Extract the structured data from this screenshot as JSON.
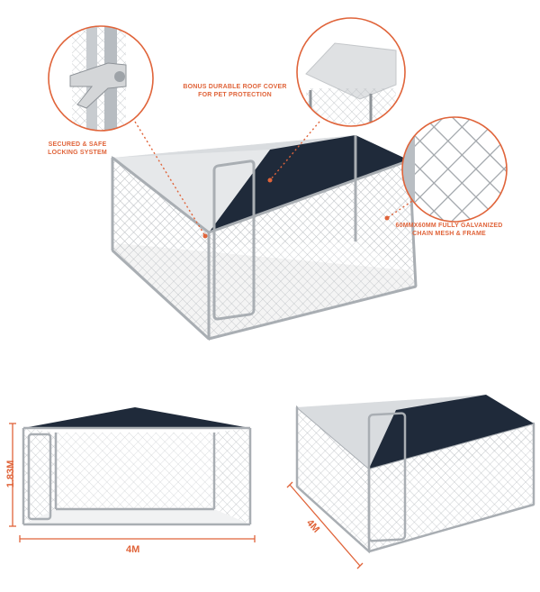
{
  "callouts": {
    "lock": {
      "lines": [
        "SECURED & SAFE",
        "LOCKING SYSTEM"
      ]
    },
    "roof": {
      "lines": [
        "BONUS DURABLE ROOF COVER",
        "FOR PET PROTECTION"
      ]
    },
    "mesh": {
      "lines": [
        "60MMX60MM FULLY GALVANIZED",
        "CHAIN MESH & FRAME"
      ]
    }
  },
  "dimensions": {
    "front_height": "1.83M",
    "front_width": "4M",
    "side_depth": "4M"
  },
  "colors": {
    "accent": "#e0643a",
    "roof_dark": "#1f2a3a",
    "roof_light": "#d9dcdf",
    "frame": "#a9aeb3"
  }
}
